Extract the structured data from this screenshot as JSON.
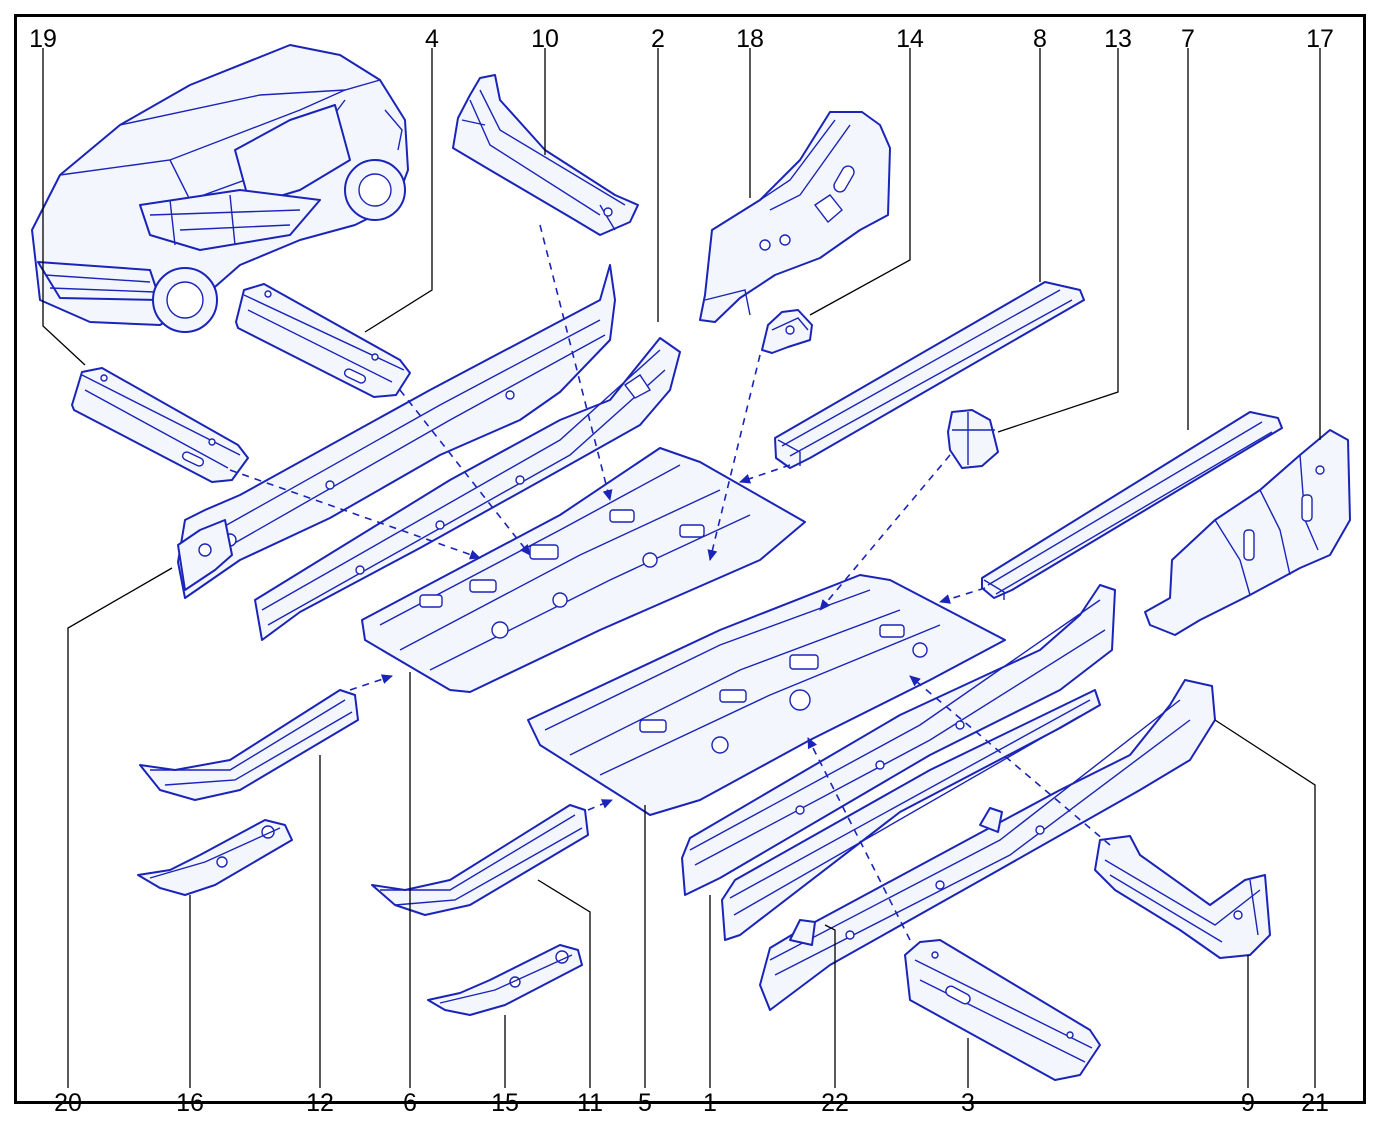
{
  "colors": {
    "line": "#1a24b8",
    "fill": "#f4f6fd",
    "frame": "#000000",
    "background": "#ffffff"
  },
  "callouts_top": [
    "19",
    "4",
    "10",
    "2",
    "18",
    "14",
    "8",
    "13",
    "7",
    "17"
  ],
  "callouts_bottom": [
    "20",
    "16",
    "12",
    "6",
    "15",
    "11",
    "5",
    "1",
    "22",
    "3",
    "9",
    "21"
  ],
  "parts": [
    {
      "name": "vehicle-overview"
    },
    {
      "name": "part-1"
    },
    {
      "name": "part-2"
    },
    {
      "name": "part-3"
    },
    {
      "name": "part-4"
    },
    {
      "name": "part-5"
    },
    {
      "name": "part-6"
    },
    {
      "name": "part-7"
    },
    {
      "name": "part-8"
    },
    {
      "name": "part-9"
    },
    {
      "name": "part-10"
    },
    {
      "name": "part-11"
    },
    {
      "name": "part-12"
    },
    {
      "name": "part-13"
    },
    {
      "name": "part-14"
    },
    {
      "name": "part-15"
    },
    {
      "name": "part-16"
    },
    {
      "name": "part-17"
    },
    {
      "name": "part-18"
    },
    {
      "name": "part-19"
    },
    {
      "name": "part-20"
    },
    {
      "name": "part-21"
    },
    {
      "name": "part-22"
    }
  ]
}
